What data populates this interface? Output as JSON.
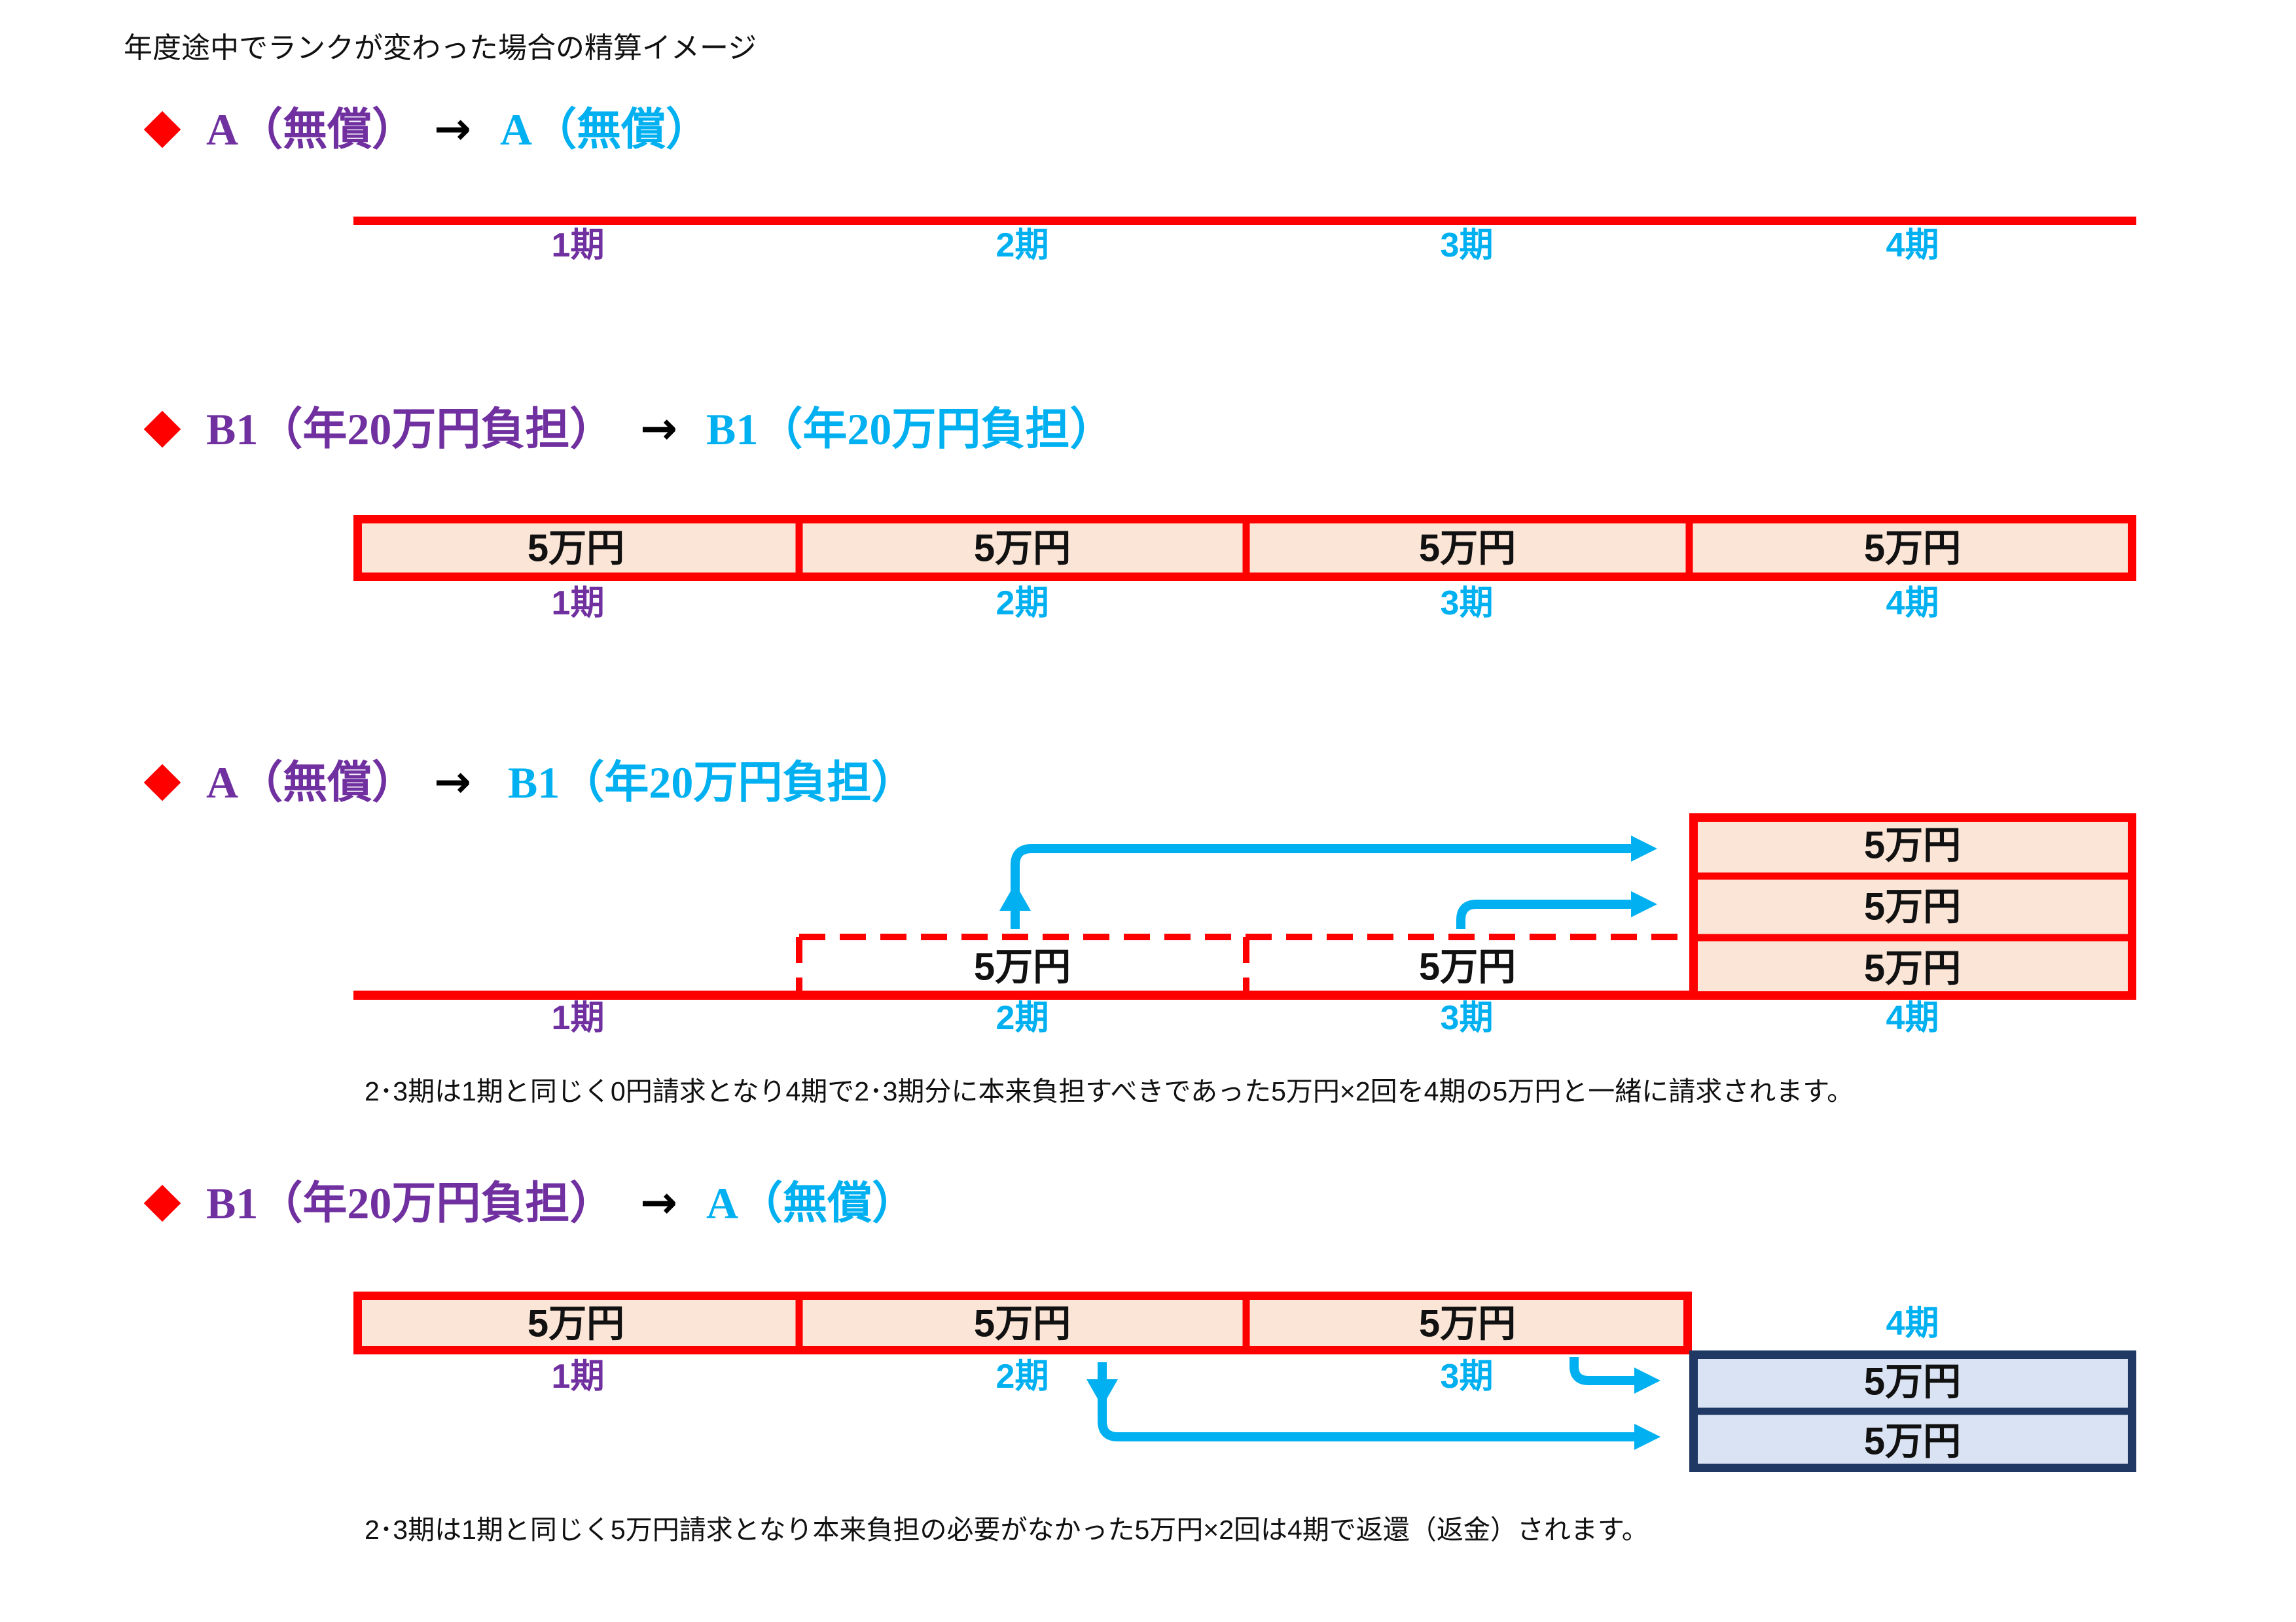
{
  "page_title": "年度途中でランクが変わった場合の精算イメージ",
  "colors": {
    "from_rank": "#7030a0",
    "to_rank": "#00b0f0",
    "red": "#ff0000",
    "cell_fill": "#fbe5d6",
    "refund_fill": "#dae3f3",
    "refund_border": "#203864",
    "arrow": "#00b0f0"
  },
  "icons": {
    "bullet": "red-diamond-icon",
    "flow": "cyan-arrow-icon"
  },
  "sections": [
    {
      "from_label": "A（無償）",
      "arrow": "→",
      "to_label": "A（無償）",
      "periods": [
        "1期",
        "2期",
        "3期",
        "4期"
      ]
    },
    {
      "from_label": "B1（年20万円負担）",
      "arrow": "→",
      "to_label": "B1（年20万円負担）",
      "periods": [
        "1期",
        "2期",
        "3期",
        "4期"
      ],
      "cells": [
        "5万円",
        "5万円",
        "5万円",
        "5万円"
      ]
    },
    {
      "from_label": "A（無償）",
      "arrow": "→",
      "to_label": "B1（年20万円負担）",
      "periods": [
        "1期",
        "2期",
        "3期",
        "4期"
      ],
      "deferred_cells": [
        "5万円",
        "5万円"
      ],
      "period4_cells": [
        "5万円",
        "5万円",
        "5万円"
      ],
      "note": "2･3期は1期と同じく0円請求となり4期で2･3期分に本来負担すべきであった5万円×2回を4期の5万円と一緒に請求されます。"
    },
    {
      "from_label": "B1（年20万円負担）",
      "arrow": "→",
      "to_label": "A（無償）",
      "periods": [
        "1期",
        "2期",
        "3期",
        "4期"
      ],
      "cells": [
        "5万円",
        "5万円",
        "5万円"
      ],
      "refund_cells": [
        "5万円",
        "5万円"
      ],
      "note": "2･3期は1期と同じく5万円請求となり本来負担の必要がなかった5万円×2回は4期で返還（返金）されます。"
    }
  ]
}
